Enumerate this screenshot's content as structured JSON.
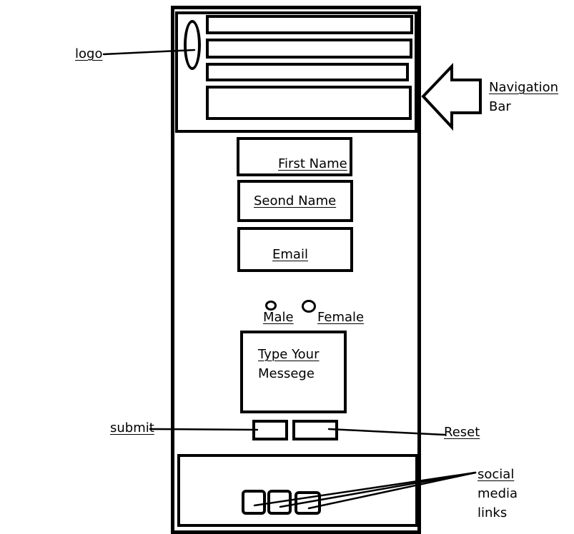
{
  "annotations": {
    "logo": "logo",
    "nav_line1": "Navigation",
    "nav_line2": "Bar",
    "submit": "submit",
    "reset": "Reset",
    "social_line1": "social",
    "social_line2": "media",
    "social_line3": "links"
  },
  "form": {
    "first_name": "First Name",
    "second_name": "Seond Name",
    "email": "Email",
    "gender_options": [
      "Male",
      "Female"
    ],
    "message_line1": "Type Your",
    "message_line2": "Messege"
  },
  "footer": {
    "social_icon_count": 3
  }
}
